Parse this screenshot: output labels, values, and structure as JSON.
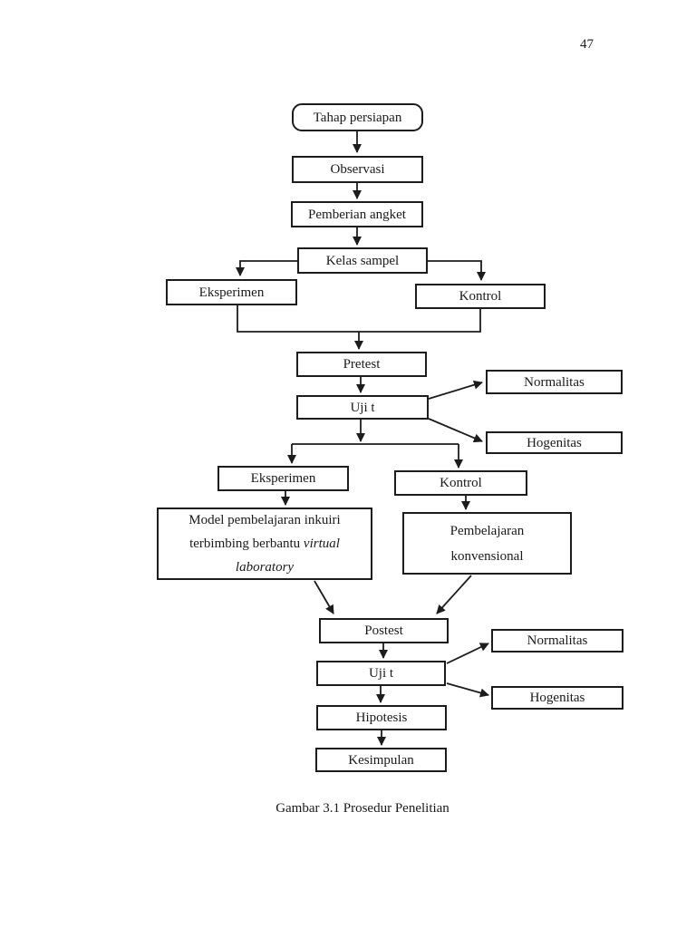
{
  "page": {
    "number": "47",
    "caption": "Gambar 3.1 Prosedur Penelitian"
  },
  "colors": {
    "line": "#1c1c1c",
    "text": "#1a1a1a",
    "background": "#ffffff"
  },
  "flowchart": {
    "nodes": {
      "tahap_persiapan": {
        "label": "Tahap persiapan",
        "shape": "rounded"
      },
      "observasi": {
        "label": "Observasi"
      },
      "pemberian_angket": {
        "label": "Pemberian angket"
      },
      "kelas_sampel": {
        "label": "Kelas sampel"
      },
      "eksperimen_1": {
        "label": "Eksperimen"
      },
      "kontrol_1": {
        "label": "Kontrol"
      },
      "pretest": {
        "label": "Pretest"
      },
      "uji_t_1": {
        "label": "Uji t"
      },
      "normalitas_1": {
        "label": "Normalitas"
      },
      "hogenitas_1": {
        "label": "Hogenitas"
      },
      "eksperimen_2": {
        "label": "Eksperimen"
      },
      "kontrol_2": {
        "label": "Kontrol"
      },
      "model_pembelajaran": {
        "text_regular": "Model pembelajaran inkuiri terbimbing berbantu",
        "text_italic": "virtual laboratory"
      },
      "pembelajaran_konvensional": {
        "lines": [
          "Pembelajaran",
          "konvensional"
        ]
      },
      "postest": {
        "label": "Postest"
      },
      "uji_t_2": {
        "label": "Uji t"
      },
      "normalitas_2": {
        "label": "Normalitas"
      },
      "hogenitas_2": {
        "label": "Hogenitas"
      },
      "hipotesis": {
        "label": "Hipotesis"
      },
      "kesimpulan": {
        "label": "Kesimpulan"
      }
    },
    "edges": [
      [
        "tahap_persiapan",
        "observasi"
      ],
      [
        "observasi",
        "pemberian_angket"
      ],
      [
        "pemberian_angket",
        "kelas_sampel"
      ],
      [
        "kelas_sampel",
        "eksperimen_1"
      ],
      [
        "kelas_sampel",
        "kontrol_1"
      ],
      [
        "eksperimen_1",
        "pretest"
      ],
      [
        "kontrol_1",
        "pretest"
      ],
      [
        "pretest",
        "uji_t_1"
      ],
      [
        "uji_t_1",
        "normalitas_1"
      ],
      [
        "uji_t_1",
        "hogenitas_1"
      ],
      [
        "uji_t_1",
        "eksperimen_2"
      ],
      [
        "uji_t_1",
        "kontrol_2"
      ],
      [
        "eksperimen_2",
        "model_pembelajaran"
      ],
      [
        "kontrol_2",
        "pembelajaran_konvensional"
      ],
      [
        "model_pembelajaran",
        "postest"
      ],
      [
        "pembelajaran_konvensional",
        "postest"
      ],
      [
        "postest",
        "uji_t_2"
      ],
      [
        "uji_t_2",
        "normalitas_2"
      ],
      [
        "uji_t_2",
        "hogenitas_2"
      ],
      [
        "uji_t_2",
        "hipotesis"
      ],
      [
        "hipotesis",
        "kesimpulan"
      ]
    ]
  }
}
